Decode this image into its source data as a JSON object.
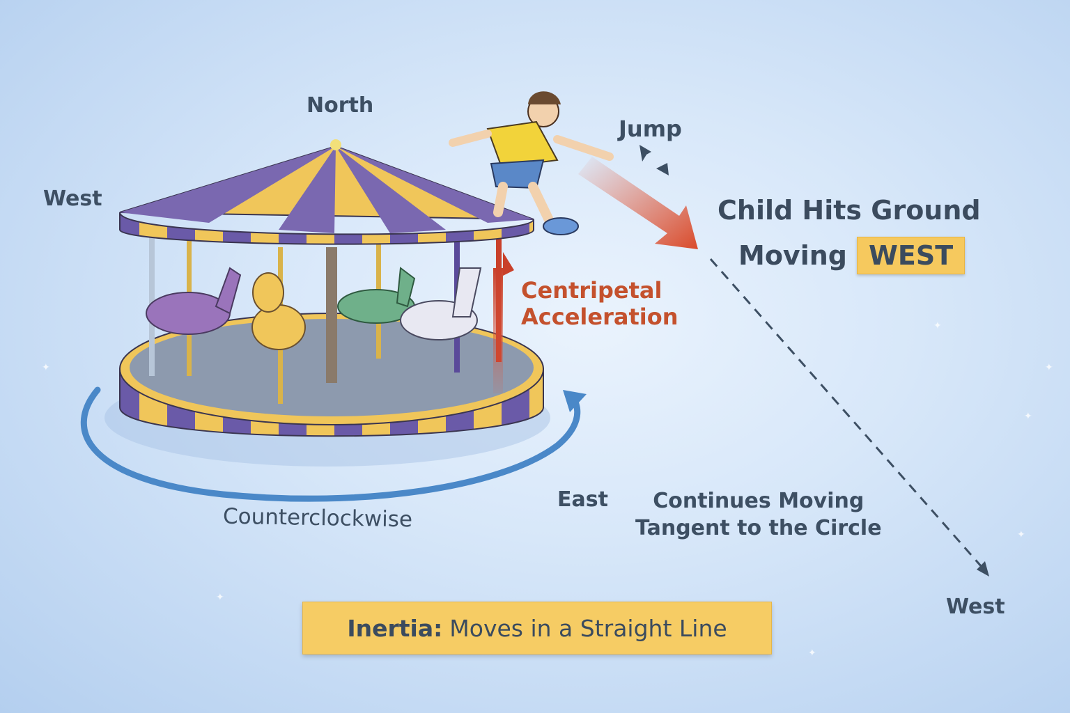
{
  "diagram": {
    "compass": {
      "north": "North",
      "west_top": "West",
      "east": "East",
      "west_bottom": "West"
    },
    "jump_label": "Jump",
    "result": {
      "line1": "Child Hits Ground",
      "line2_prefix": "Moving",
      "line2_highlight": "WEST"
    },
    "centripetal": {
      "line1": "Centripetal",
      "line2": "Acceleration"
    },
    "rotation_label": "Counterclockwise",
    "tangent": {
      "line1": "Continues Moving",
      "line2": "Tangent to the Circle"
    },
    "inertia": {
      "term": "Inertia:",
      "description": "Moves in a Straight Line"
    },
    "colors": {
      "background": "#d7e7f9",
      "text": "#3d4f63",
      "accent_red": "#c4512d",
      "highlight_yellow": "#f6c95e",
      "carousel_purple": "#6a5aa8",
      "carousel_yellow": "#f0c65a",
      "rotation_arrow_blue": "#4a88c8"
    }
  }
}
